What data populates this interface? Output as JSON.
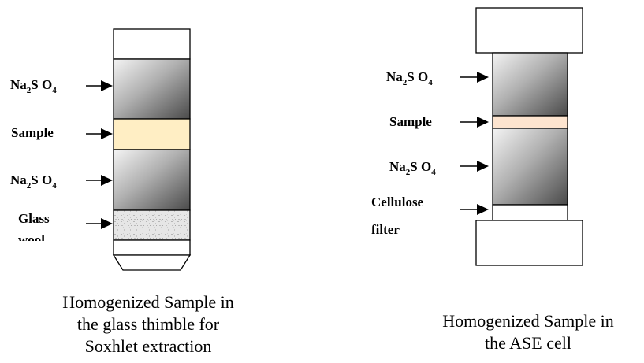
{
  "left_diagram": {
    "labels": {
      "na2so4_top": {
        "base": "Na",
        "sub1": "2",
        "mid": "S O",
        "sub2": "4"
      },
      "sample": "Sample",
      "na2so4_bottom": {
        "base": "Na",
        "sub1": "2",
        "mid": "S O",
        "sub2": "4"
      },
      "glass_wool_line1": "Glass",
      "glass_wool_line2": "wool"
    },
    "caption": [
      "Homogenized Sample in",
      "the glass thimble for",
      "Soxhlet extraction"
    ]
  },
  "right_diagram": {
    "labels": {
      "na2so4_top": {
        "base": "Na",
        "sub1": "2",
        "mid": "S O",
        "sub2": "4"
      },
      "sample": "Sample",
      "na2so4_bottom": {
        "base": "Na",
        "sub1": "2",
        "mid": "S O",
        "sub2": "4"
      },
      "cellulose_line1": "Cellulose",
      "cellulose_line2": "filter"
    },
    "caption": [
      "Homogenized Sample in",
      "the ASE cell"
    ]
  },
  "colors": {
    "sample_left": "#ffeec4",
    "sample_right": "#fde4cf",
    "outline": "#000000"
  }
}
